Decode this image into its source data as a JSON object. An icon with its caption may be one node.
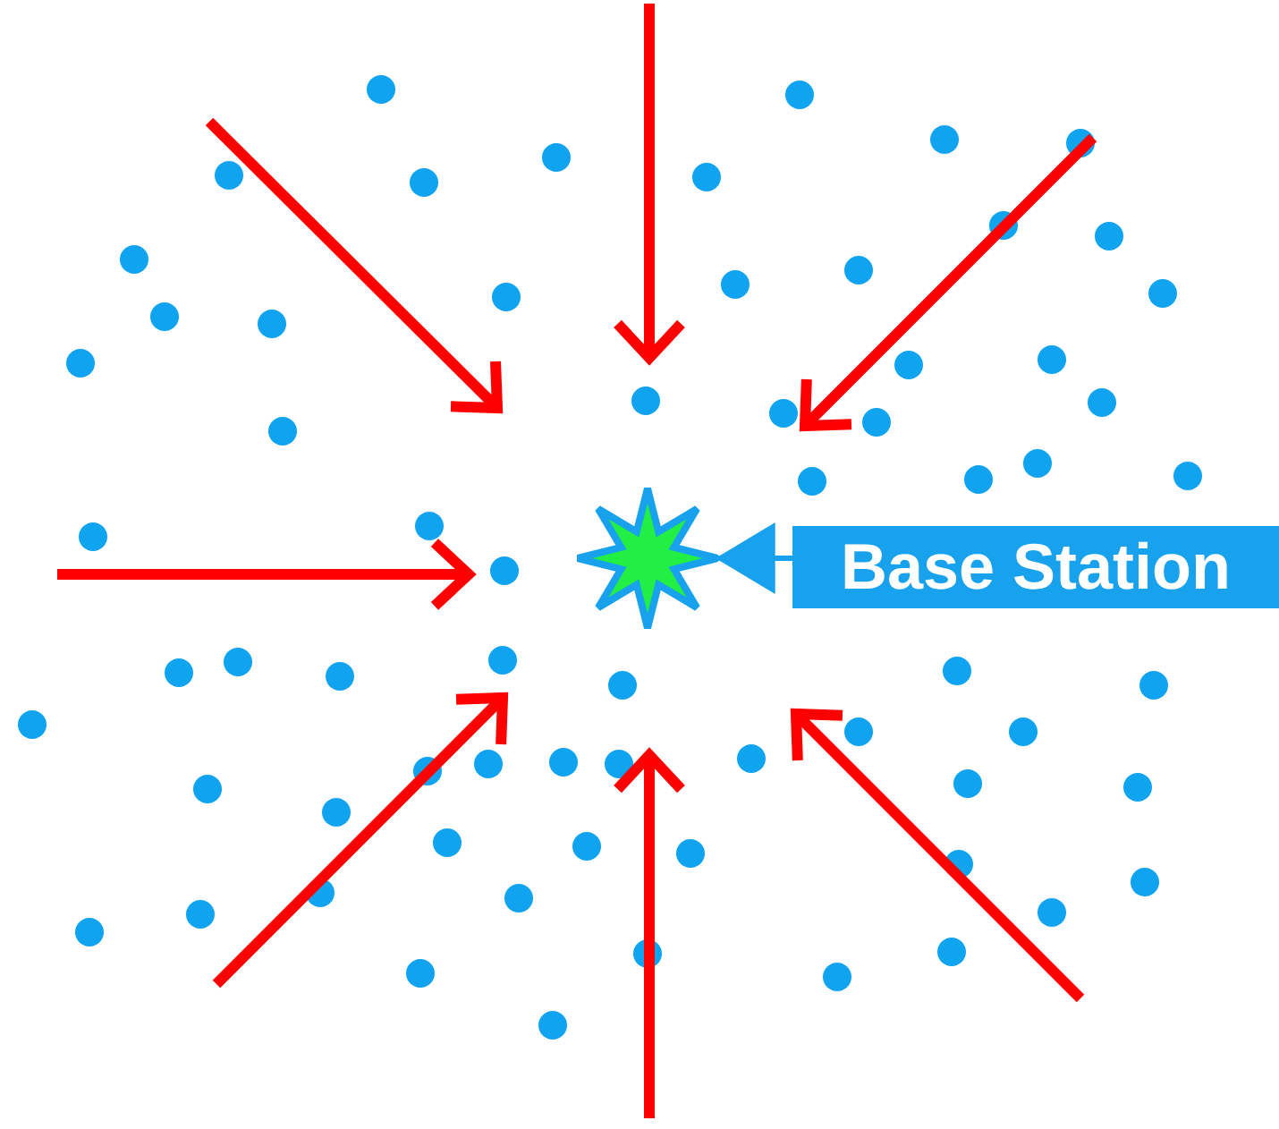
{
  "diagram": {
    "nodes": [
      {
        "text": [
          "Base Station"
        ]
      },
      {
        "text": [],
        "shape": "star"
      }
    ],
    "edges": [
      {
        "from": 0,
        "to": 1,
        "arrow": "to"
      }
    ]
  }
}
